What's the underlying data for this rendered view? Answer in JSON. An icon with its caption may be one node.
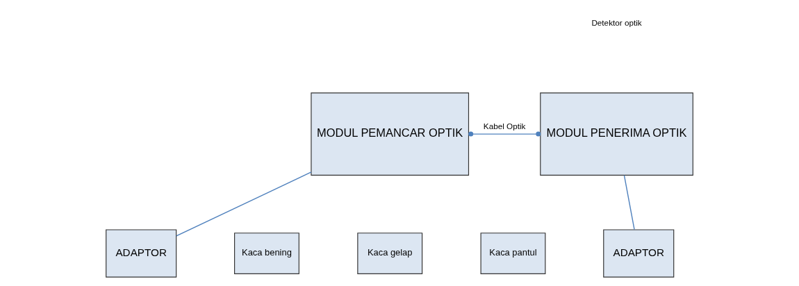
{
  "diagram": {
    "nodes": [
      {
        "text": [
          "MODUL PEMANCAR OPTIK"
        ]
      },
      {
        "text": [
          "MODUL PENERIMA OPTIK"
        ]
      },
      {
        "text": [
          "ADAPTOR"
        ]
      },
      {
        "text": [
          "Kaca bening"
        ]
      },
      {
        "text": [
          "Kaca gelap"
        ]
      },
      {
        "text": [
          "Kaca pantul"
        ]
      },
      {
        "text": [
          "ADAPTOR"
        ]
      }
    ],
    "edges": [
      {
        "from": 0,
        "to": 1,
        "arrow": "other",
        "label": "Kabel Optik",
        "color": "#4f81bd"
      },
      {
        "from": 2,
        "to": 0,
        "arrow": "none",
        "color": "#4f81bd"
      },
      {
        "from": 6,
        "to": 1,
        "arrow": "none",
        "color": "#4f81bd"
      }
    ],
    "labels": [
      "Detektor optik"
    ]
  }
}
